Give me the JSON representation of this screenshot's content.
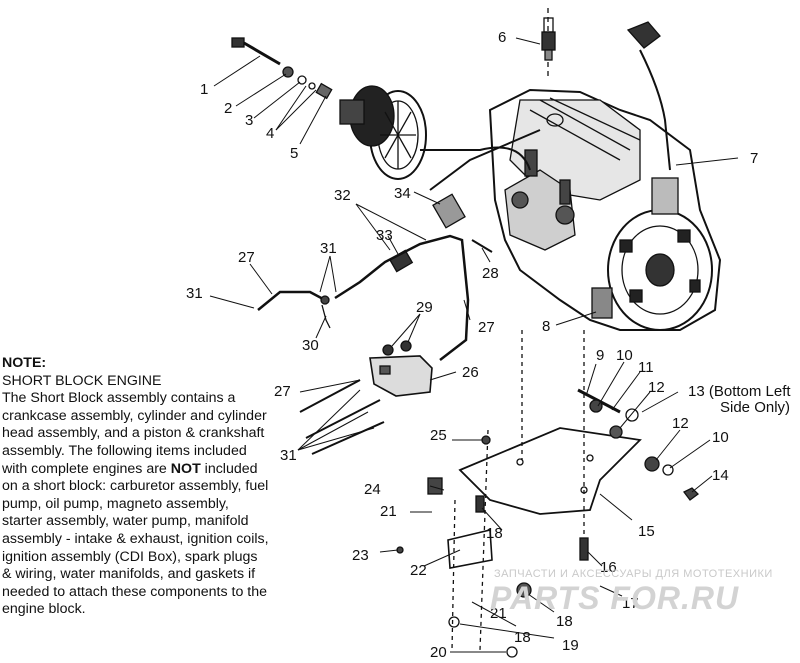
{
  "diagram": {
    "callouts": {
      "c1": "1",
      "c2": "2",
      "c3": "3",
      "c4": "4",
      "c5": "5",
      "c6": "6",
      "c7": "7",
      "c8": "8",
      "c9": "9",
      "c10a": "10",
      "c10b": "10",
      "c11": "11",
      "c12a": "12",
      "c12b": "12",
      "c13": "13 (Bottom Left",
      "c13b": "Side Only)",
      "c14": "14",
      "c15": "15",
      "c16": "16",
      "c17": "17",
      "c18a": "18",
      "c18b": "18",
      "c18c": "18",
      "c19": "19",
      "c20": "20",
      "c21a": "21",
      "c21b": "21",
      "c22": "22",
      "c23": "23",
      "c24": "24",
      "c25": "25",
      "c26": "26",
      "c27a": "27",
      "c27b": "27",
      "c27c": "27",
      "c28": "28",
      "c29": "29",
      "c30": "30",
      "c31a": "31",
      "c31b": "31",
      "c31c": "31",
      "c32": "32",
      "c33": "33",
      "c34": "34"
    }
  },
  "note": {
    "title": "NOTE:",
    "heading": "SHORT BLOCK ENGINE",
    "body_1": "The Short Block assembly contains a crankcase assembly, cylinder and cylinder head assembly, and a piston & crankshaft assembly.  The following items included with complete engines are ",
    "body_bold": "NOT",
    "body_2": " included on a short block:  carburetor assembly, fuel pump, oil pump, magneto assembly, starter assembly, water pump, manifold assembly - intake & exhaust, ignition coils, ignition assembly (CDI Box), spark plugs & wiring, water manifolds, and gaskets if needed to attach these components to the engine block."
  },
  "watermark": {
    "tagline": "ЗАПЧАСТИ И АКСЕССУАРЫ ДЛЯ МОТОТЕХНИКИ",
    "logo": "PARTS FOR.RU"
  }
}
